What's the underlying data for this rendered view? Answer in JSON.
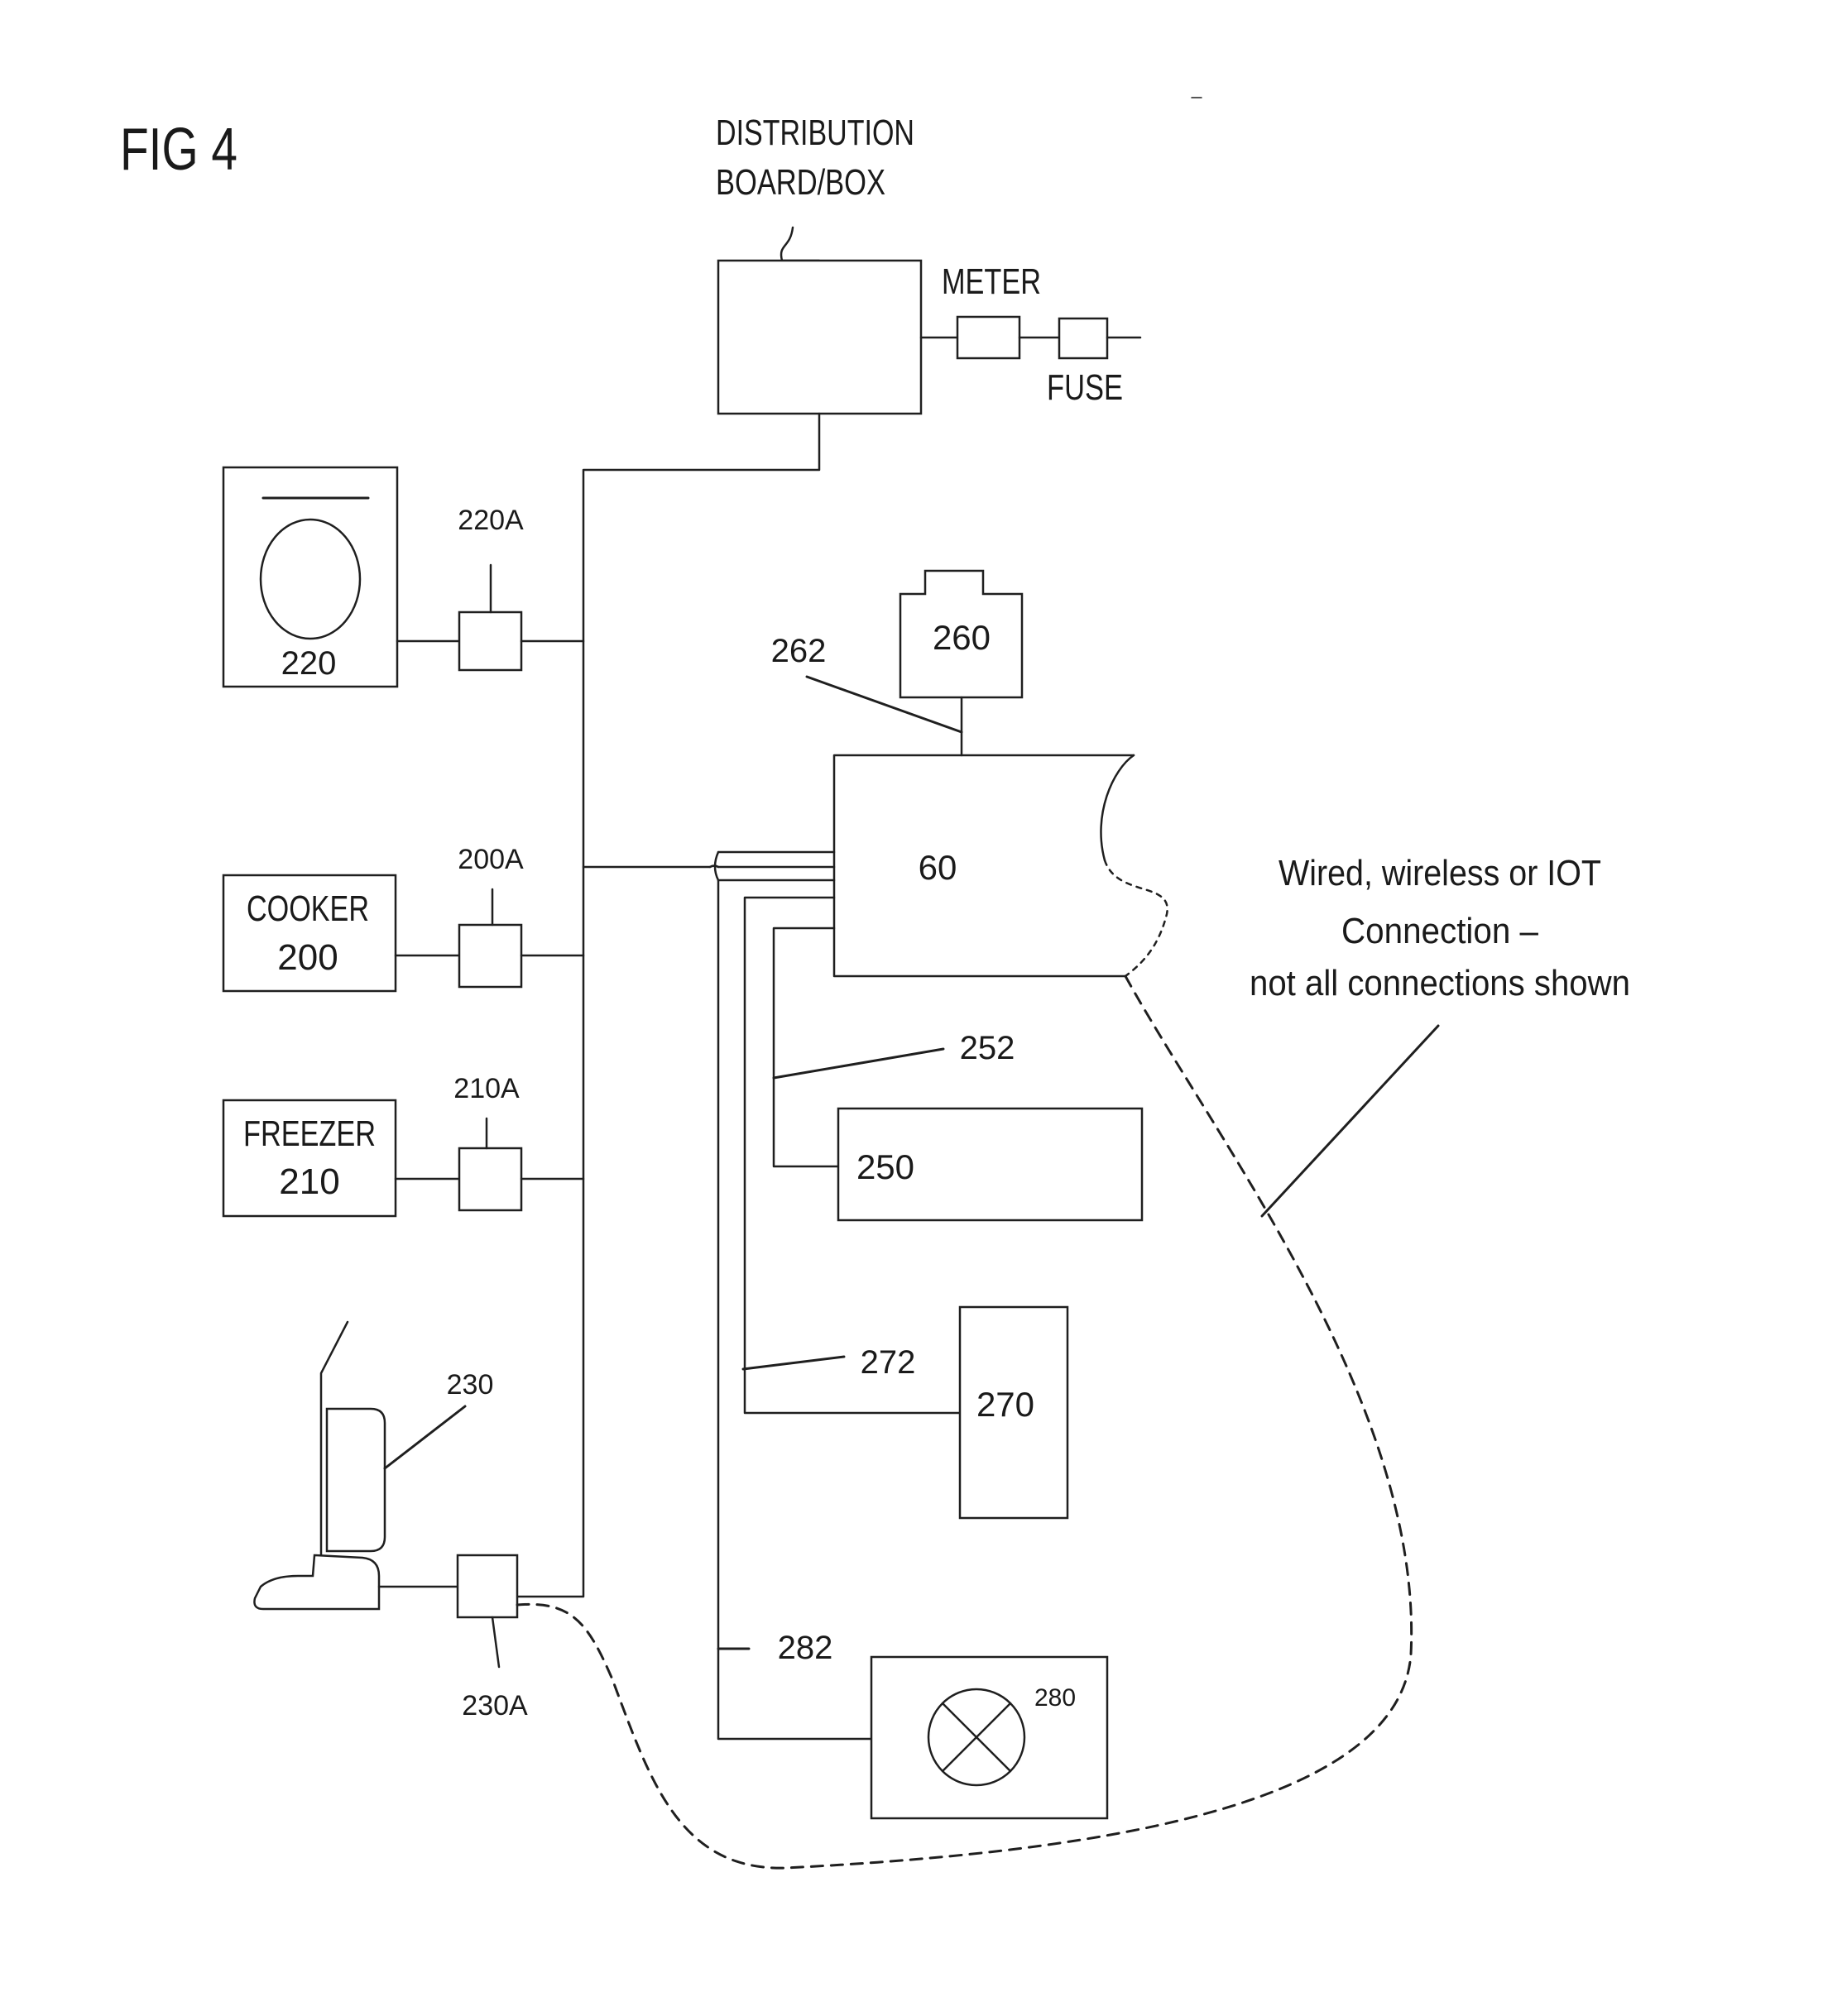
{
  "figure": {
    "title": "FIG 4"
  },
  "distribution_board": {
    "line1": "DISTRIBUTION",
    "line2": "BOARD/BOX"
  },
  "meter": {
    "label": "METER"
  },
  "fuse": {
    "label": "FUSE"
  },
  "appliances": {
    "washer": {
      "ref": "220",
      "plug_ref": "220A"
    },
    "cooker": {
      "name": "COOKER",
      "ref": "200",
      "plug_ref": "200A"
    },
    "freezer": {
      "name": "FREEZER",
      "ref": "210",
      "plug_ref": "210A"
    },
    "vacuum": {
      "ref": "230",
      "plug_ref": "230A"
    }
  },
  "controller": {
    "ref": "60"
  },
  "devices": {
    "d260": {
      "ref": "260",
      "link_ref": "262"
    },
    "d250": {
      "ref": "250",
      "link_ref": "252"
    },
    "d270": {
      "ref": "270",
      "link_ref": "272"
    },
    "d280": {
      "ref": "280",
      "link_ref": "282"
    }
  },
  "connection_note": {
    "line1": "Wired, wireless or IOT",
    "line2": "Connection –",
    "line3": "not all connections shown"
  }
}
